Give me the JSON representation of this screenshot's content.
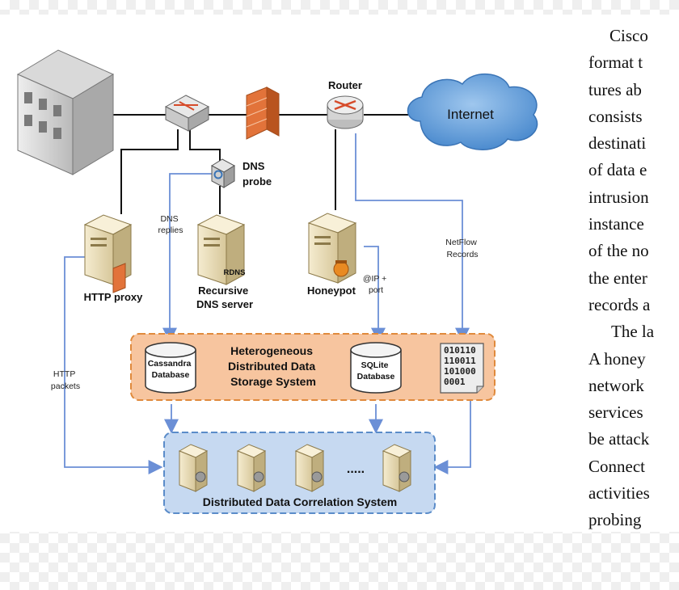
{
  "diagram": {
    "labels": {
      "router": "Router",
      "internet": "Internet",
      "dns_probe": "DNS\nprobe",
      "dns_replies": "DNS\nreplies",
      "http_proxy": "HTTP proxy",
      "rdns": "RDNS",
      "recursive_dns": "Recursive\nDNS server",
      "honeypot": "Honeypot",
      "ip_port": "@IP +\nport",
      "netflow": "NetFlow\nRecords",
      "http_packets": "HTTP\npackets",
      "storage_title": "Heterogeneous\nDistributed Data\nStorage System",
      "cassandra": "Cassandra\nDatabase",
      "sqlite": "SQLite\nDatabase",
      "binary": "010110\n110011\n101000\n0001",
      "ellipsis": ".....",
      "correlation_title": "Distributed Data Correlation System"
    },
    "colors": {
      "storage_fill": "#f7c59f",
      "storage_border": "#e08a3c",
      "correlation_fill": "#c6d9f1",
      "correlation_border": "#5b8cc9",
      "arrow": "#6b8fd6",
      "line": "#111111"
    },
    "icons": [
      "building-icon",
      "switch-icon",
      "firewall-icon",
      "router-icon",
      "cloud-icon",
      "probe-icon",
      "server-icon",
      "database-icon",
      "document-icon"
    ]
  },
  "body_text": [
    "Cisco",
    "format t",
    "tures ab",
    "consists",
    "destinati",
    "of data e",
    "intrusion",
    "instance",
    "of the no",
    "the enter",
    "records a",
    "The la",
    "A honey",
    "network",
    "services",
    "be attack",
    "Connect",
    "activities",
    "probing"
  ]
}
